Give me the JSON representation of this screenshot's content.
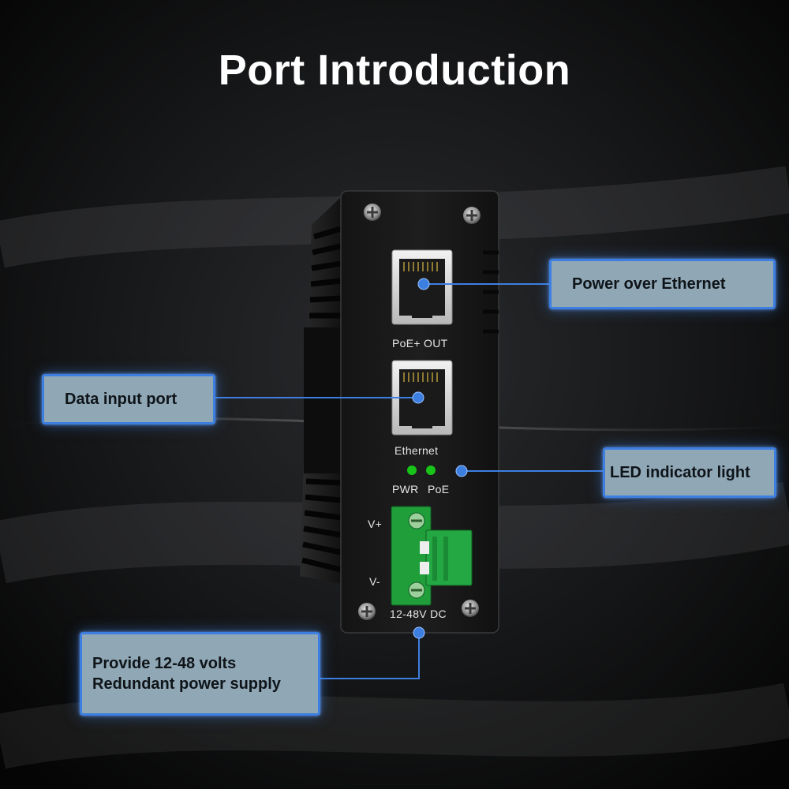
{
  "title": "Port Introduction",
  "device": {
    "port_top_label": "PoE+ OUT",
    "port_bottom_label": "Ethernet",
    "led_pwr_label": "PWR",
    "led_poe_label": "PoE",
    "terminal_pos_label": "V+",
    "terminal_neg_label": "V-",
    "dc_label": "12-48V DC",
    "led_color": "#19c419"
  },
  "callouts": {
    "poe": "Power over Ethernet",
    "data": "Data input port",
    "led": "LED indicator light",
    "power_line1": "Provide 12-48 volts",
    "power_line2": "Redundant power supply"
  },
  "colors": {
    "accent": "#3c7fe0",
    "callout_fill": "#90a7b6",
    "terminal_green": "#1f9e3a"
  }
}
